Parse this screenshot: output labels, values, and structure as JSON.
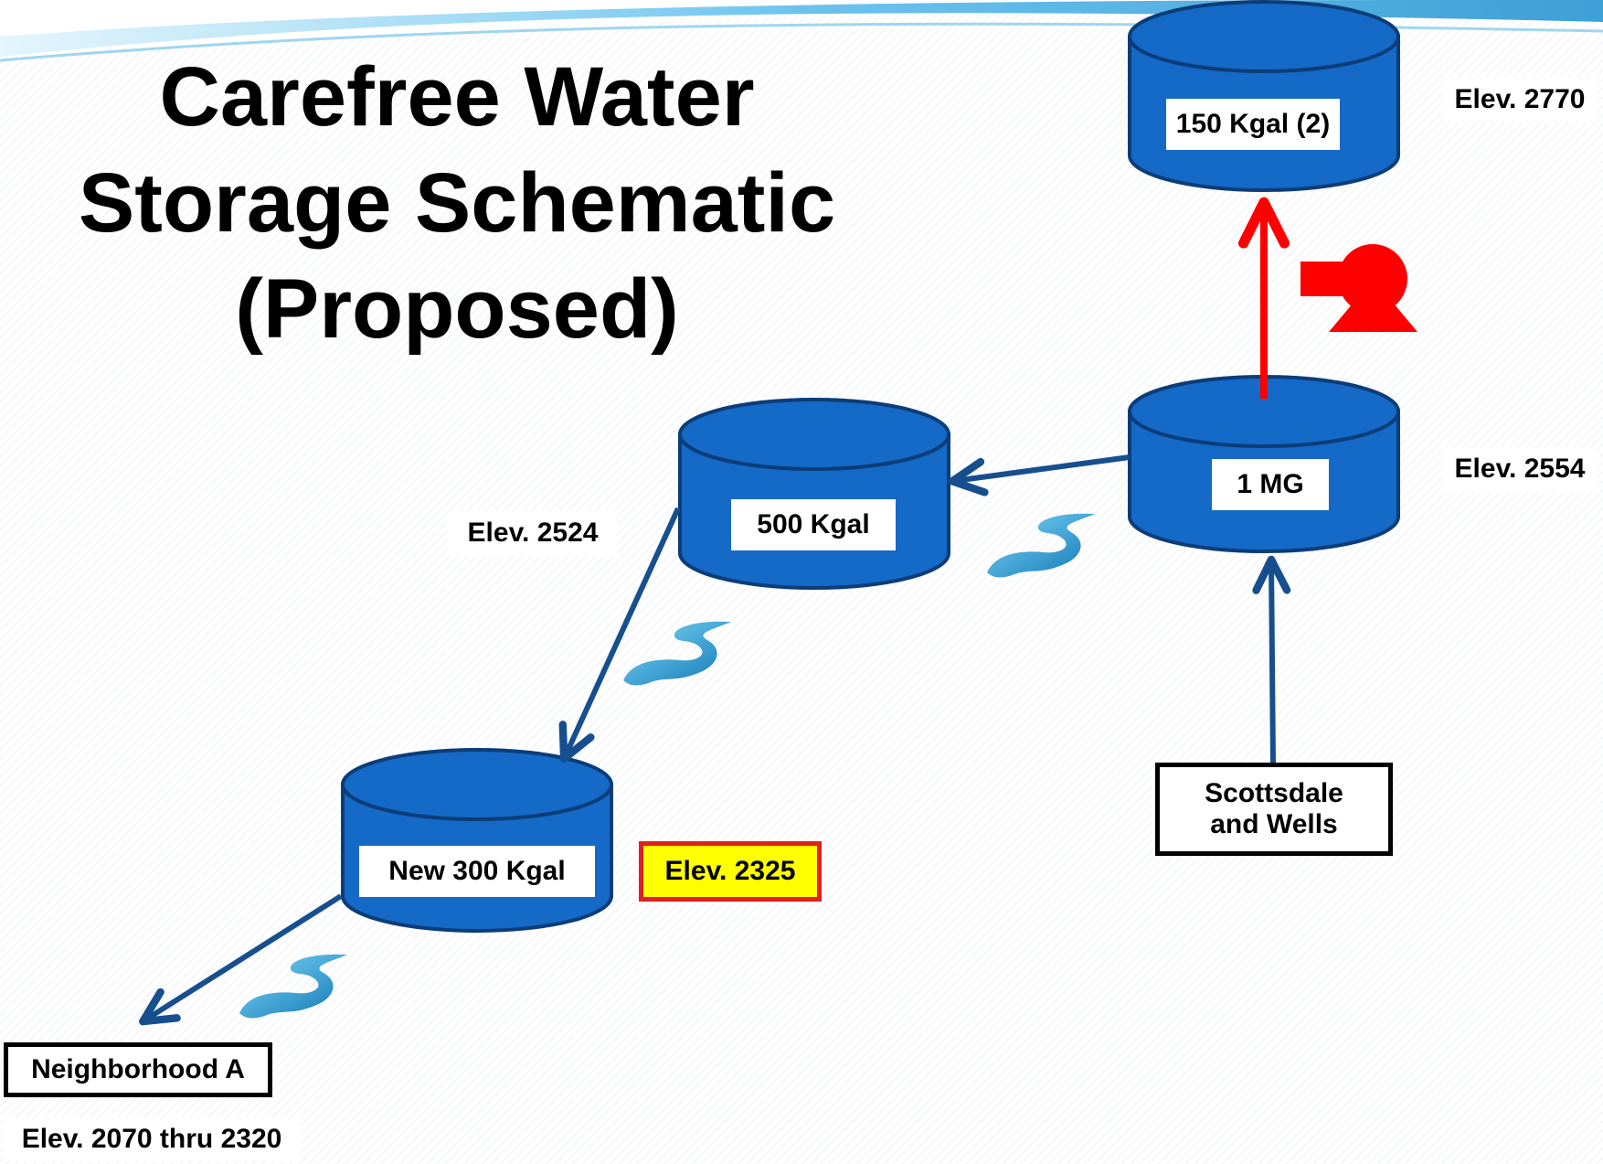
{
  "title": {
    "line1": "Carefree Water",
    "line2": "Storage Schematic",
    "line3": "(Proposed)"
  },
  "tanks": {
    "top": "150 Kgal (2)",
    "one_mg": "1 MG",
    "five_hundred": "500 Kgal",
    "new_300": "New 300 Kgal"
  },
  "elevations": {
    "top": "Elev. 2770",
    "one_mg": "Elev. 2554",
    "five_hundred": "Elev. 2524",
    "new_300": "Elev. 2325",
    "neighborhood": "Elev. 2070 thru 2320"
  },
  "sources": {
    "line1": "Scottsdale",
    "line2": "and Wells"
  },
  "destination": "Neighborhood A",
  "colors": {
    "tank": "#1569c7",
    "tank_edge": "#0b3d78",
    "flow_arrow": "#174f8e",
    "pump_arrow": "#ff0000",
    "water_drop": "#1b8fd0",
    "highlight_fill": "#ffff00",
    "highlight_border": "#e02020"
  },
  "icons": {
    "pump": "pump-icon",
    "water_flow": "water-flow-icon"
  }
}
